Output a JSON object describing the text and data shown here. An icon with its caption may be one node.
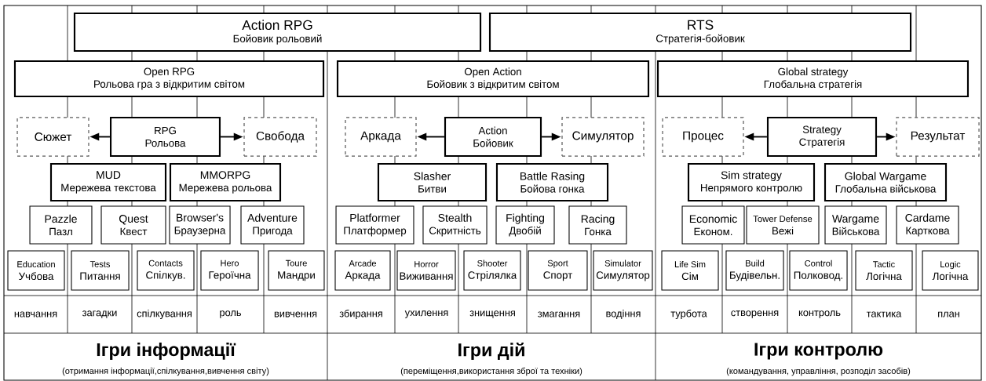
{
  "diagram": {
    "nodes": [
      {
        "text": [
          "Action RPG",
          "Бойовик рольовий"
        ]
      },
      {
        "text": [
          "RTS",
          "Стратегія-бойовик"
        ]
      },
      {
        "text": [
          "Open RPG",
          "Рольова гра з відкритим світом"
        ]
      },
      {
        "text": [
          "Open Action",
          "Бойовик з відкритим світом"
        ]
      },
      {
        "text": [
          "Global strategy",
          "Глобальна стратегія"
        ]
      },
      {
        "text": [
          "Сюжет"
        ]
      },
      {
        "text": [
          "RPG",
          "Рольова"
        ]
      },
      {
        "text": [
          "Свобода"
        ]
      },
      {
        "text": [
          "Аркада"
        ]
      },
      {
        "text": [
          "Action",
          "Бойовик"
        ]
      },
      {
        "text": [
          "Симулятор"
        ]
      },
      {
        "text": [
          "Процес"
        ]
      },
      {
        "text": [
          "Strategy",
          "Стратегія"
        ]
      },
      {
        "text": [
          "Результат"
        ]
      },
      {
        "text": [
          "MUD",
          "Мережева текстова"
        ]
      },
      {
        "text": [
          "MMORPG",
          "Мережева рольова"
        ]
      },
      {
        "text": [
          "Slasher",
          "Битви"
        ]
      },
      {
        "text": [
          "Battle Rasing",
          "Бойова гонка"
        ]
      },
      {
        "text": [
          "Sim strategy",
          "Непрямого контролю"
        ]
      },
      {
        "text": [
          "Global Wargame",
          "Глобальна військова"
        ]
      },
      {
        "text": [
          "Pazzle",
          "Пазл"
        ]
      },
      {
        "text": [
          "Quest",
          "Квест"
        ]
      },
      {
        "text": [
          "Browser's",
          "Браузерна"
        ]
      },
      {
        "text": [
          "Adventure",
          "Пригода"
        ]
      },
      {
        "text": [
          "Platformer",
          "Платформер"
        ]
      },
      {
        "text": [
          "Stealth",
          "Скритність"
        ]
      },
      {
        "text": [
          "Fighting",
          "Двобій"
        ]
      },
      {
        "text": [
          "Racing",
          "Гонка"
        ]
      },
      {
        "text": [
          "Economic",
          "Економ."
        ]
      },
      {
        "text": [
          "Tower Defense",
          "Вежі"
        ]
      },
      {
        "text": [
          "Wargame",
          "Військова"
        ]
      },
      {
        "text": [
          "Cardame",
          "Карткова"
        ]
      },
      {
        "text": [
          "Education",
          "Учбова"
        ]
      },
      {
        "text": [
          "Tests",
          "Питання"
        ]
      },
      {
        "text": [
          "Contacts",
          "Спілкув."
        ]
      },
      {
        "text": [
          "Hero",
          "Героїчна"
        ]
      },
      {
        "text": [
          "Toure",
          "Мандри"
        ]
      },
      {
        "text": [
          "Arcade",
          "Аркада"
        ]
      },
      {
        "text": [
          "Horror",
          "Виживання"
        ]
      },
      {
        "text": [
          "Shooter",
          "Стрілялка"
        ]
      },
      {
        "text": [
          "Sport",
          "Спорт"
        ]
      },
      {
        "text": [
          "Simulator",
          "Симулятор"
        ]
      },
      {
        "text": [
          "Life Sim",
          "Сім"
        ]
      },
      {
        "text": [
          "Build",
          "Будівельн."
        ]
      },
      {
        "text": [
          "Control",
          "Полковод."
        ]
      },
      {
        "text": [
          "Tactic",
          "Логічна"
        ]
      },
      {
        "text": [
          "Logic",
          "Логічна"
        ]
      }
    ],
    "edges": [
      {
        "from": 6,
        "to": 5,
        "arrow": "to"
      },
      {
        "from": 6,
        "to": 7,
        "arrow": "to"
      },
      {
        "from": 9,
        "to": 8,
        "arrow": "to"
      },
      {
        "from": 9,
        "to": 10,
        "arrow": "to"
      },
      {
        "from": 12,
        "to": 11,
        "arrow": "to"
      },
      {
        "from": 12,
        "to": 13,
        "arrow": "to"
      }
    ],
    "labels": [
      "навчання",
      "загадки",
      "спілкування",
      "роль",
      "вивчення",
      "збирання",
      "ухилення",
      "знищення",
      "змагання",
      "водіння",
      "турбота",
      "створення",
      "контроль",
      "тактика",
      "план",
      "Ігри інформації",
      "Ігри дій",
      "Ігри контролю",
      "(отримання інформації,спілкування,вивчення світу)",
      "(переміщення,використання зброї та техніки)",
      "(командування, управління, розподіл засобів)"
    ]
  }
}
